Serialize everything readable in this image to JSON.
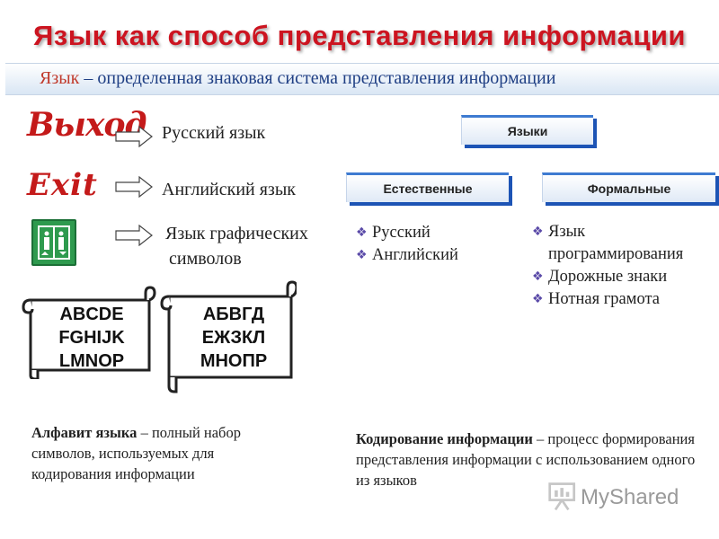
{
  "title": "Язык как способ представления информации",
  "definition": {
    "term": "Язык",
    "text": " – определенная знаковая система представления информации"
  },
  "rows": [
    {
      "image_word": "Выход",
      "label": "Русский язык"
    },
    {
      "image_word": "Exit",
      "label": "Английский язык"
    },
    {
      "image_word": "",
      "label_line1": "Язык графических",
      "label_line2": "символов"
    }
  ],
  "scrolls": [
    {
      "lines": [
        "ABCDE",
        "FGHIJK",
        "LMNOP"
      ]
    },
    {
      "lines": [
        "АБВГД",
        "ЕЖЗКЛ",
        "МНОПР"
      ]
    }
  ],
  "alphabet_definition": {
    "term": "Алфавит языка",
    "text": " – полный набор символов, используемых для кодирования информации"
  },
  "coding_definition": {
    "term": "Кодирование информации",
    "text": " – процесс формирования представления информации с использованием одного из языков"
  },
  "tree": {
    "root": "Языки",
    "natural": {
      "label": "Естественные",
      "items": [
        "Русский",
        "Английский"
      ]
    },
    "formal": {
      "label": "Формальные",
      "items": [
        "Язык программирования",
        "Дорожные знаки",
        "Нотная грамота"
      ]
    }
  },
  "watermark": "MyShared",
  "colors": {
    "title": "#cc1420",
    "definition_text": "#1f3f84",
    "box_accent": "#1d54b5",
    "bullet": "#5a4aa8"
  },
  "icons": [
    "arrow-right-icon",
    "elevator-sign-icon",
    "diamond-bullet-icon",
    "presentation-board-icon"
  ]
}
